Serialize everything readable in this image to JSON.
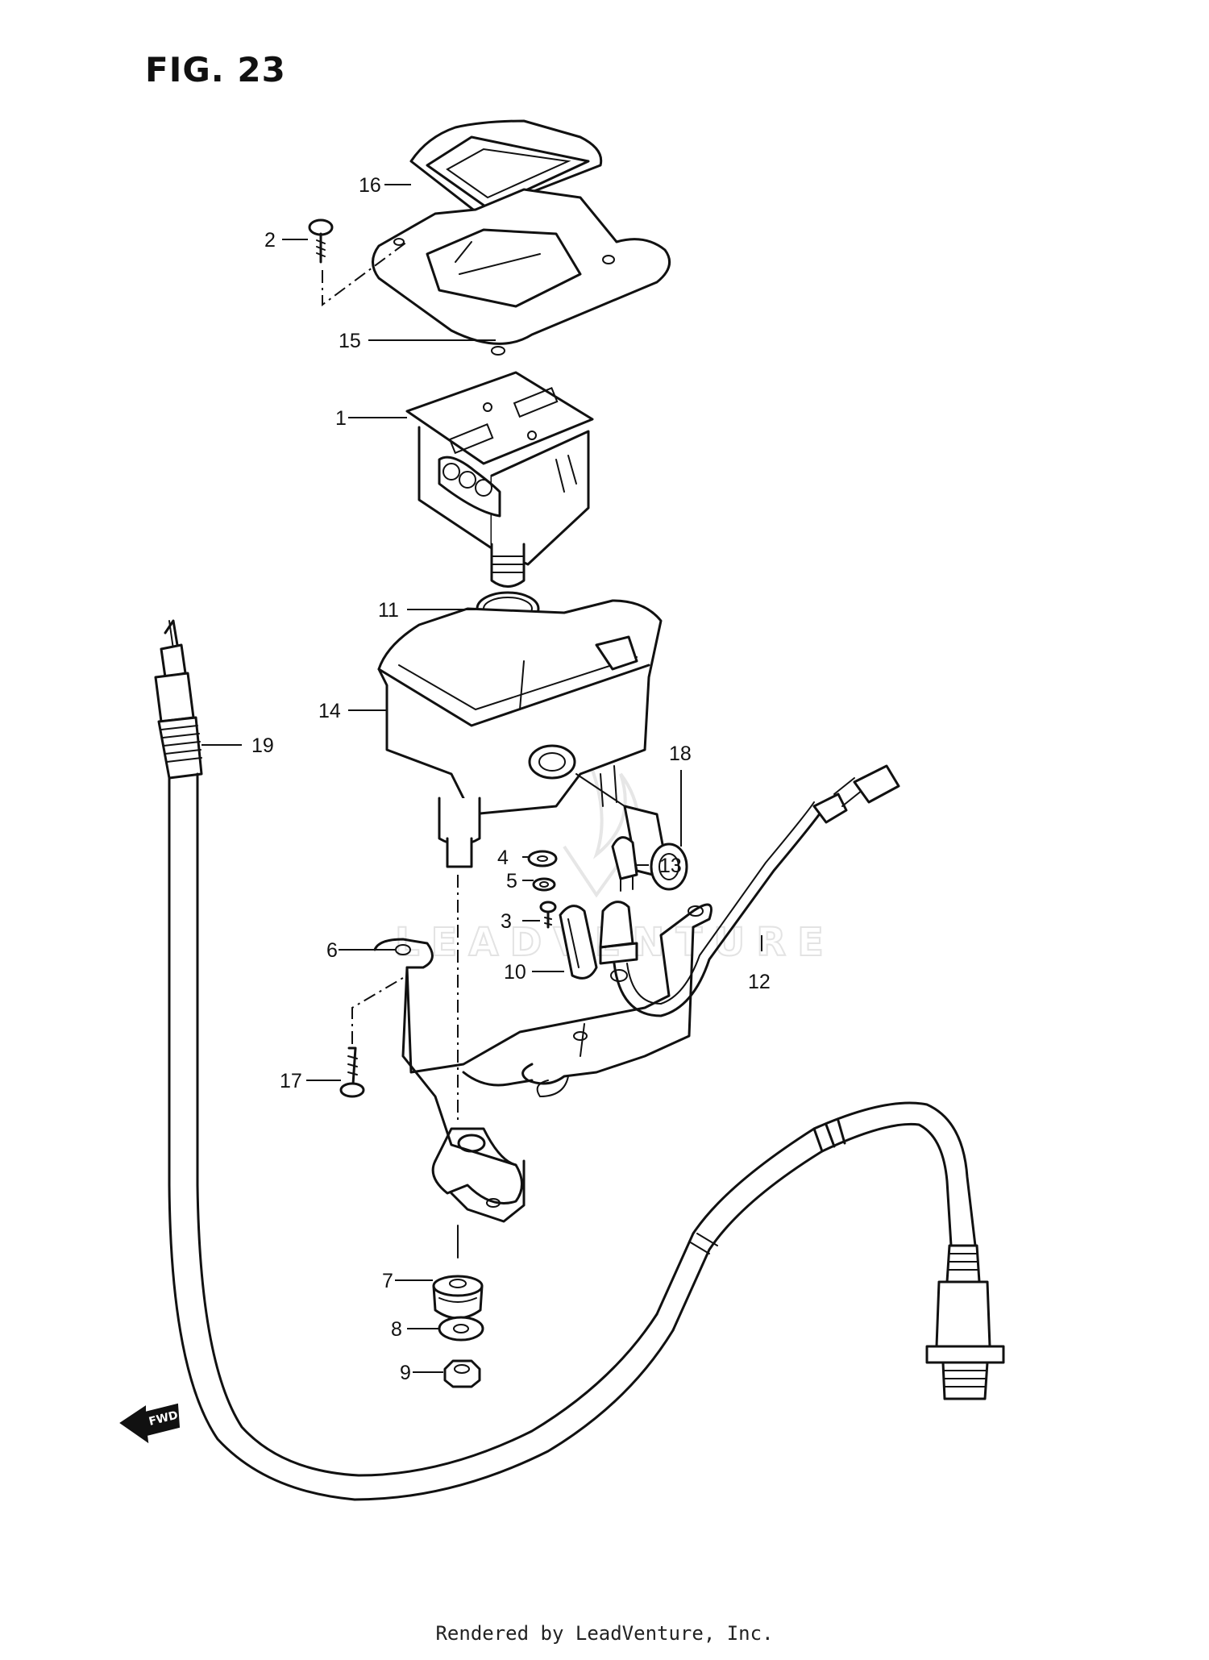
{
  "figure": {
    "title": "FIG. 23"
  },
  "footer": {
    "text": "Rendered by LeadVenture, Inc."
  },
  "watermark": {
    "text": "LEADVENTURE"
  },
  "fwd_label": "FWD",
  "callouts": {
    "c1": "1",
    "c2": "2",
    "c3": "3",
    "c4": "4",
    "c5": "5",
    "c6": "6",
    "c7": "7",
    "c8": "8",
    "c9": "9",
    "c10": "10",
    "c11": "11",
    "c12": "12",
    "c13": "13",
    "c14": "14",
    "c15": "15",
    "c16": "16",
    "c17": "17",
    "c18": "18",
    "c19": "19"
  }
}
